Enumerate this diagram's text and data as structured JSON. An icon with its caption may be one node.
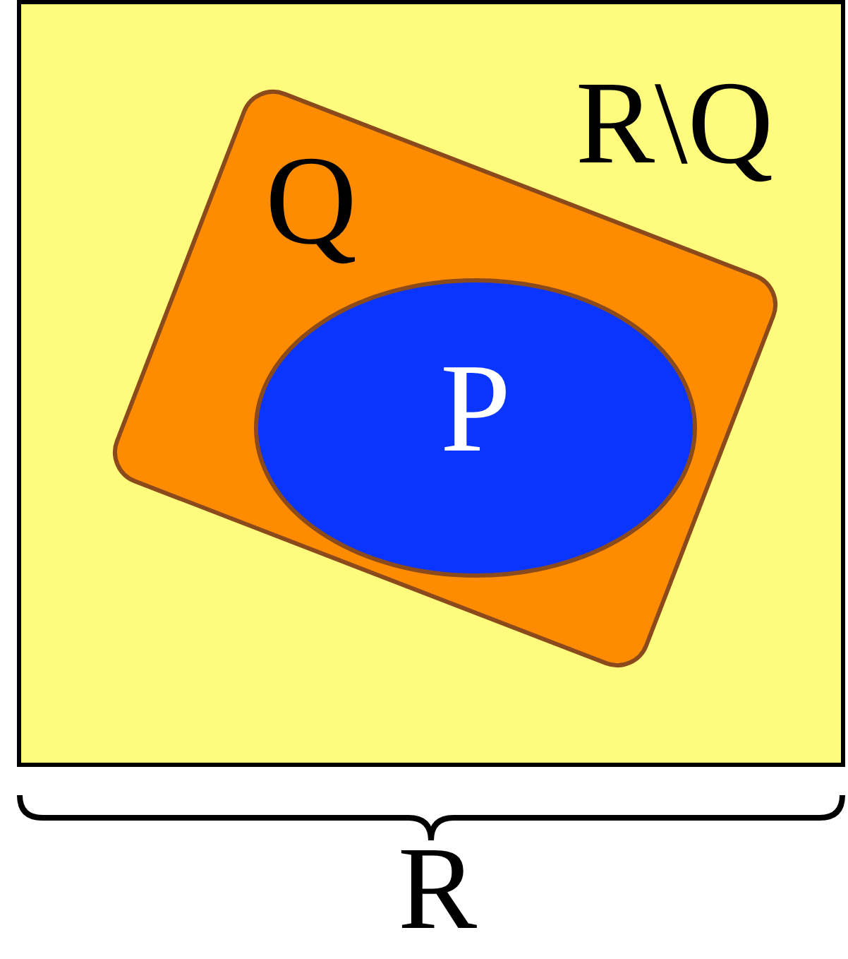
{
  "diagram": {
    "nodes": [
      {
        "text": [
          "R"
        ]
      },
      {
        "text": [
          "Q"
        ],
        "in": 0
      },
      {
        "text": [
          "P"
        ],
        "in": 1
      }
    ],
    "labels": [
      "R\\Q"
    ]
  }
}
